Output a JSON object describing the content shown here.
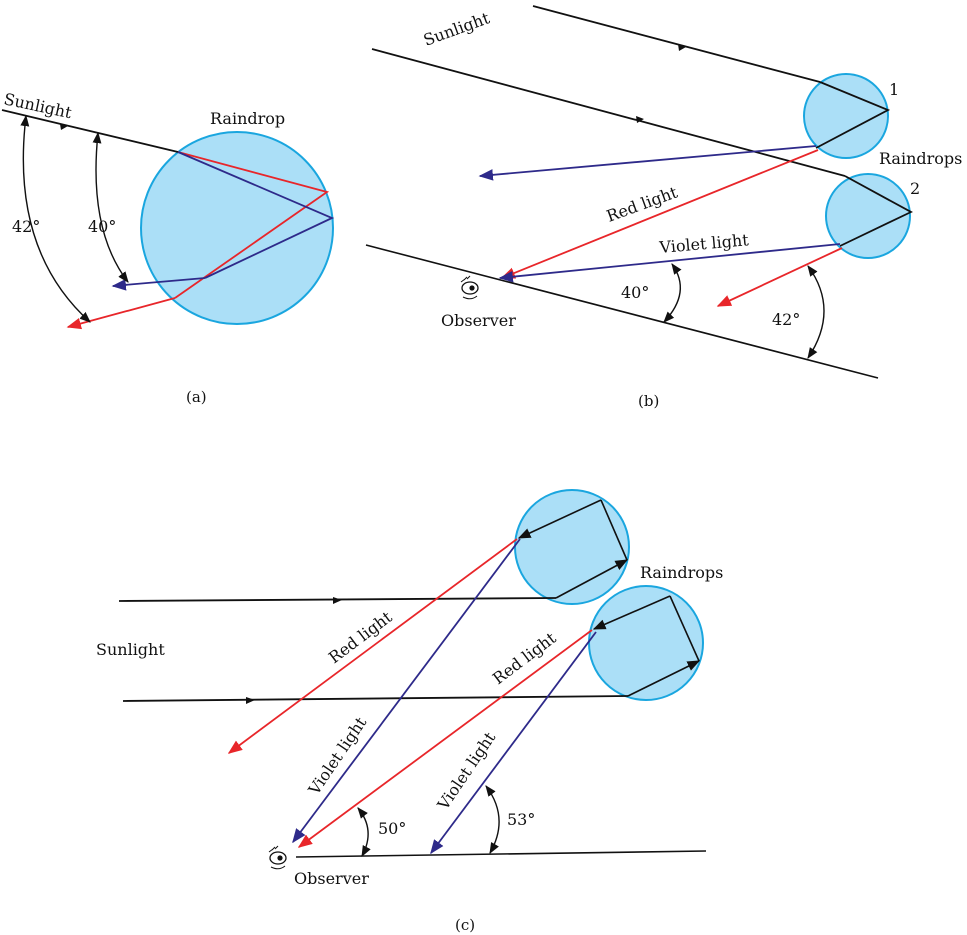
{
  "colors": {
    "sunlight": "#111111",
    "red_light": "#e8262a",
    "violet_light": "#2e2a8a",
    "raindrop_fill": "#abdff7",
    "raindrop_stroke": "#1aa6df"
  },
  "panel_a": {
    "caption": "(a)",
    "sunlight_label": "Sunlight",
    "raindrop_label": "Raindrop",
    "angle_red": "42°",
    "angle_violet": "40°"
  },
  "panel_b": {
    "caption": "(b)",
    "sunlight_label": "Sunlight",
    "raindrops_label": "Raindrops",
    "drop1_label": "1",
    "drop2_label": "2",
    "red_light_label": "Red light",
    "violet_light_label": "Violet light",
    "angle_violet": "40°",
    "angle_red": "42°",
    "observer_label": "Observer"
  },
  "panel_c": {
    "caption": "(c)",
    "sunlight_label": "Sunlight",
    "raindrops_label": "Raindrops",
    "red_light_label_1": "Red light",
    "red_light_label_2": "Red light",
    "violet_light_label_1": "Violet light",
    "violet_light_label_2": "Violet light",
    "angle_red": "50°",
    "angle_violet": "53°",
    "observer_label": "Observer"
  }
}
